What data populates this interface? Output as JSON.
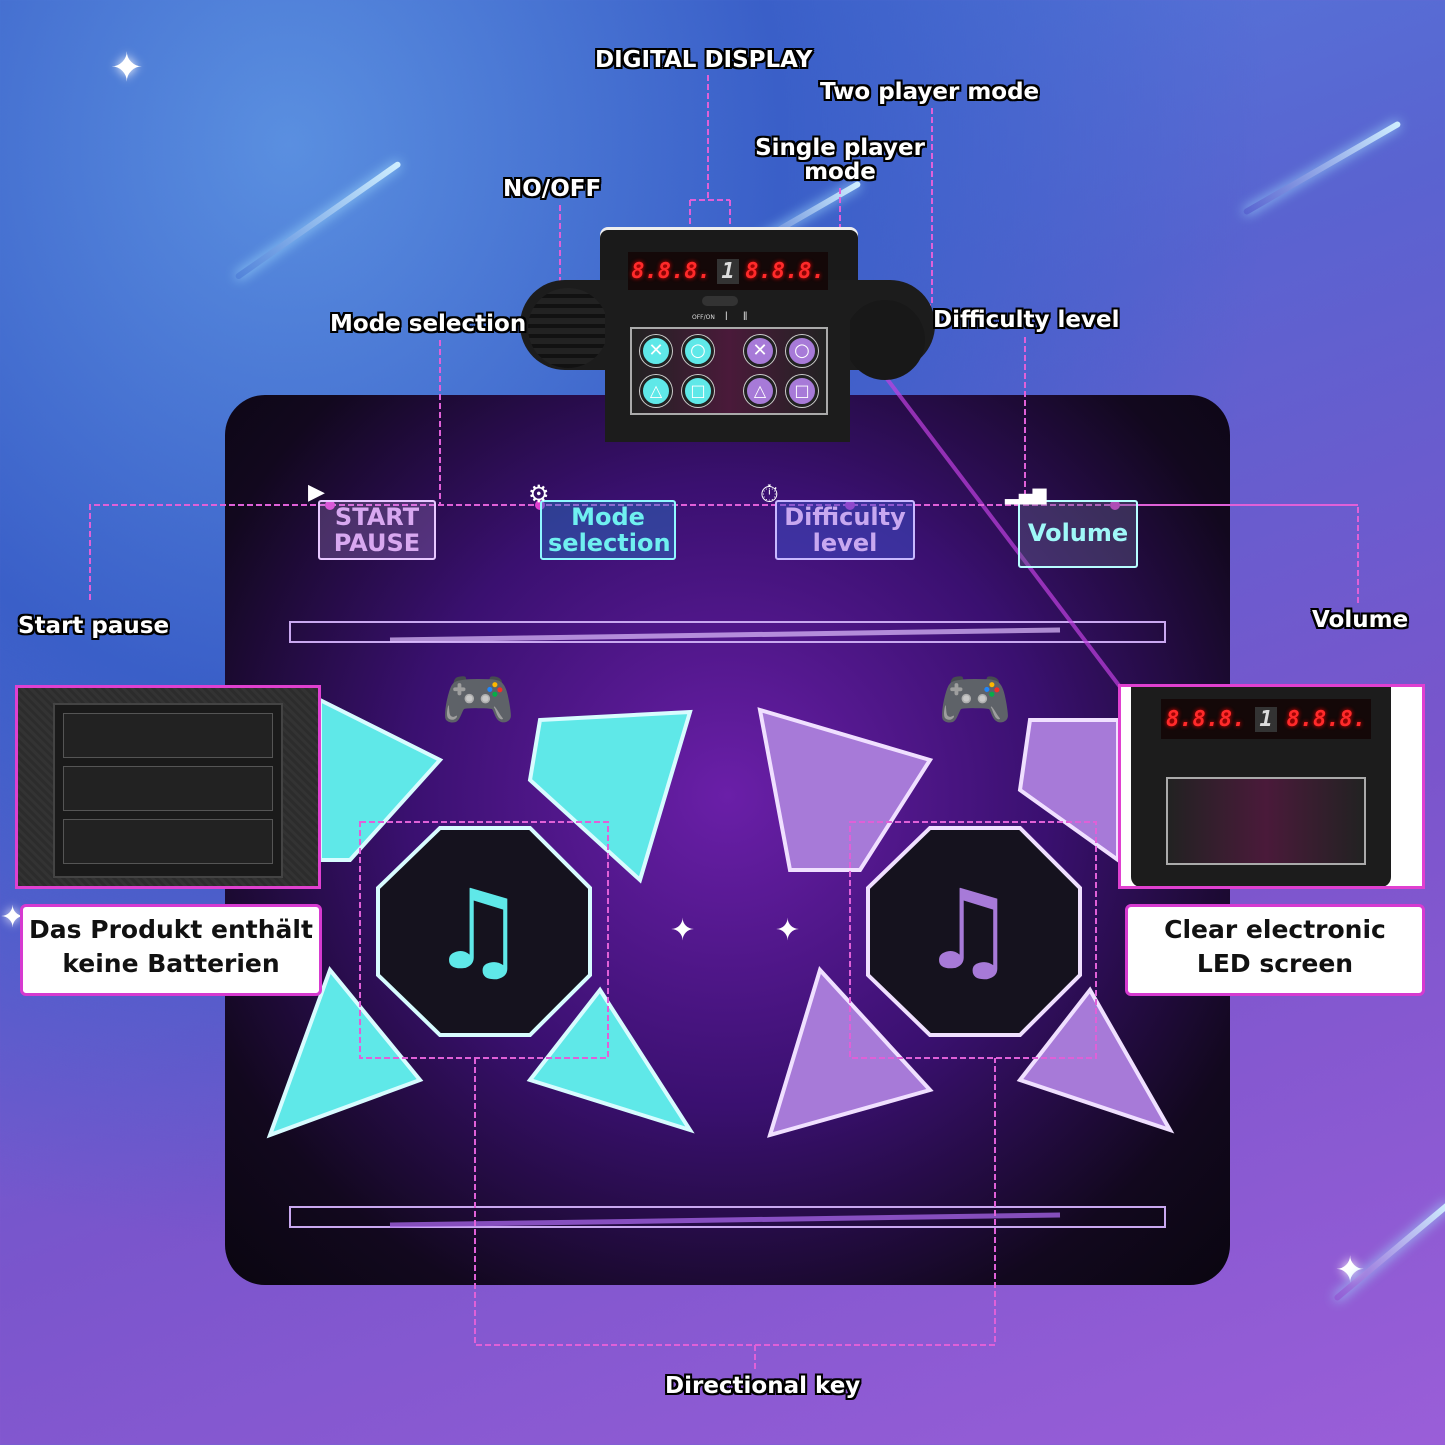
{
  "callouts": {
    "digital_display": "DIGITAL DISPLAY",
    "two_player_mode": "Two player mode",
    "single_player_mode": "Single player mode",
    "no_off": "NO/OFF",
    "mode_selection": "Mode selection",
    "difficulty_level": "Difficulty level",
    "start_pause": "Start pause",
    "volume": "Volume",
    "directional_key": "Directional key"
  },
  "console": {
    "display_left": "8.8.8.",
    "display_mode": "1",
    "display_right": "8.8.8.",
    "switch_label": "OFF/ON",
    "single_icon": "single-player-icon",
    "two_icon": "two-player-icon",
    "buttons": [
      "cross",
      "circle",
      "triangle",
      "square"
    ]
  },
  "mat_buttons": [
    {
      "line1": "START",
      "line2": "PAUSE",
      "icon": "play-icon",
      "color": "#d8a8f0"
    },
    {
      "line1": "Mode",
      "line2": "selection",
      "icon": "gear-icon",
      "color": "#6ff0f0"
    },
    {
      "line1": "Difficulty",
      "line2": "level",
      "icon": "stopwatch-icon",
      "color": "#c8a8f0"
    },
    {
      "line1": "Volume",
      "line2": "",
      "icon": "volume-icon",
      "color": "#9ff8f8"
    }
  ],
  "battery_note": {
    "line1": "Das Produkt enthält",
    "line2": "keine Batterien"
  },
  "led_note": {
    "line1": "Clear electronic",
    "line2": "LED screen"
  },
  "colors": {
    "player1": "#5fe8e8",
    "player2": "#a77ad8",
    "callout_line": "#e060d8",
    "mat": "#0e0814"
  }
}
